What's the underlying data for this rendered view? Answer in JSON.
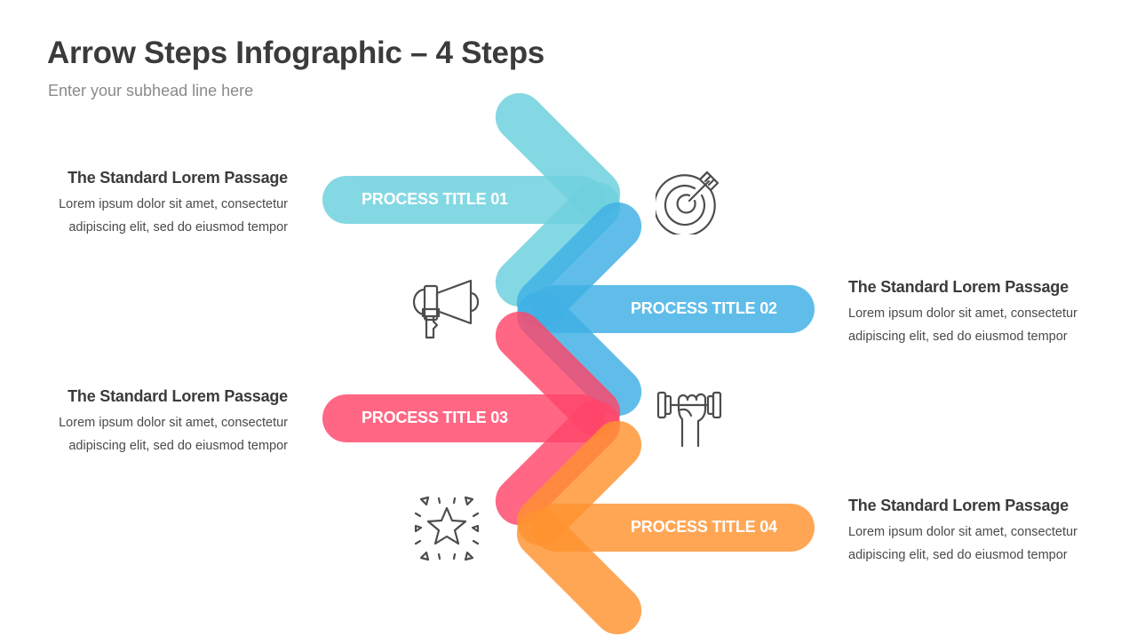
{
  "header": {
    "title": "Arrow Steps Infographic – 4 Steps",
    "subhead": "Enter your subhead line here"
  },
  "steps": [
    {
      "label": "PROCESS TITLE 01",
      "direction": "right",
      "color": "#7ED6E0",
      "icon": "target-arrow-icon",
      "heading": "The Standard Lorem Passage",
      "body_line1": "Lorem ipsum dolor sit amet, consectetur",
      "body_line2": "adipiscing elit, sed do eiusmod tempor"
    },
    {
      "label": "PROCESS TITLE 02",
      "direction": "left",
      "color": "#5BBFE9",
      "icon": "megaphone-icon",
      "heading": "The Standard Lorem Passage",
      "body_line1": "Lorem ipsum dolor sit amet, consectetur",
      "body_line2": "adipiscing elit, sed do eiusmod tempor"
    },
    {
      "label": "PROCESS TITLE 03",
      "direction": "right",
      "color": "#FF5F7A",
      "icon": "dumbbell-fist-icon",
      "heading": "The Standard Lorem Passage",
      "body_line1": "Lorem ipsum dolor sit amet, consectetur",
      "body_line2": "adipiscing elit, sed do eiusmod tempor"
    },
    {
      "label": "PROCESS TITLE 04",
      "direction": "left",
      "color": "#FFA24F",
      "icon": "star-sparkle-icon",
      "heading": "The Standard Lorem Passage",
      "body_line1": "Lorem ipsum dolor sit amet, consectetur",
      "body_line2": "adipiscing elit, sed do eiusmod tempor"
    }
  ]
}
